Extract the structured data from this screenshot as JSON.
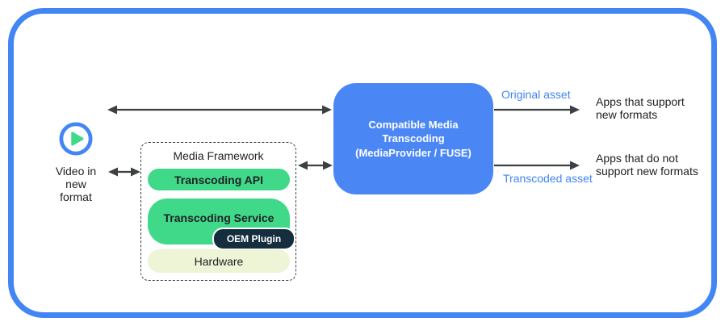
{
  "diagram": {
    "source": {
      "icon": "play-icon",
      "label": "Video in\nnew\nformat"
    },
    "media_framework": {
      "title": "Media Framework",
      "layers": [
        {
          "label": "Transcoding API"
        },
        {
          "label": "Transcoding Service",
          "badge": "OEM Plugin"
        },
        {
          "label": "Hardware"
        }
      ]
    },
    "transcoder": {
      "label": "Compatible Media\nTranscoding\n(MediaProvider / FUSE)"
    },
    "outputs": [
      {
        "edge_label": "Original asset",
        "target": "Apps that support\nnew formats"
      },
      {
        "edge_label": "Transcoded asset",
        "target": "Apps that do not\nsupport new formats"
      }
    ],
    "colors": {
      "frame_blue": "#4285F4",
      "box_blue": "#4A87F5",
      "pill_green": "#40D98A",
      "badge_navy": "#142E3D",
      "hardware_cream": "#EEF4D6",
      "edge_label_blue": "#4285F4",
      "arrow_gray": "#3C4043"
    }
  }
}
